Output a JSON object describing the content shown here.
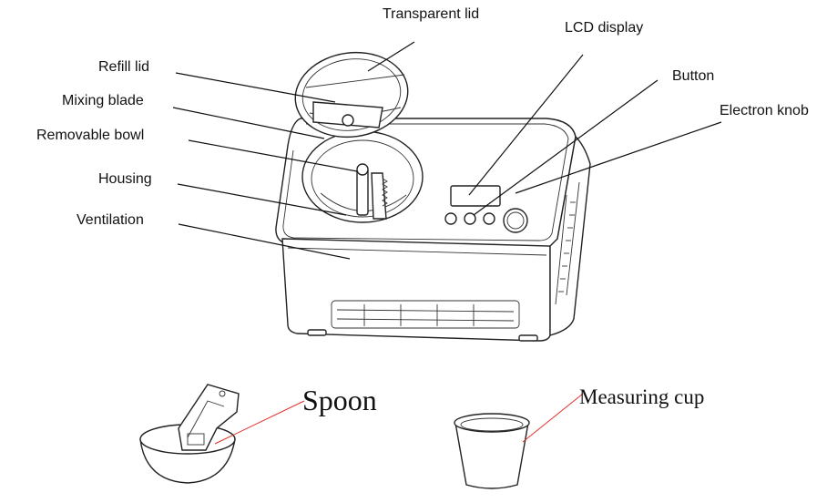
{
  "labels": {
    "transparent_lid": "Transparent lid",
    "lcd_display": "LCD display",
    "refill_lid": "Refill lid",
    "button": "Button",
    "electron_knob": "Electron knob",
    "mixing_blade": "Mixing blade",
    "removable_bowl": "Removable bowl",
    "housing": "Housing",
    "ventilation": "Ventilation",
    "spoon": "Spoon",
    "measuring_cup": "Measuring cup"
  },
  "colors": {
    "outline": "#222222",
    "leader_line": "#111111",
    "callout_red": "#e0302a"
  }
}
